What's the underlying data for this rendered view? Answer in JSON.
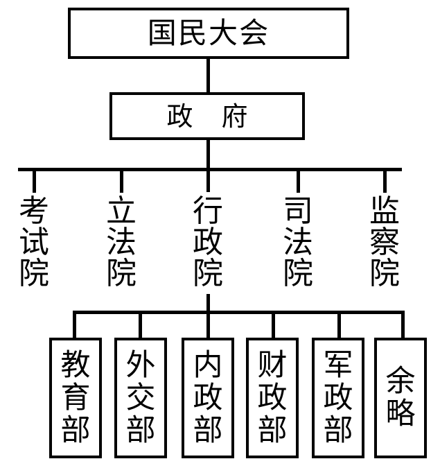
{
  "diagram": {
    "title_box": {
      "label": "国民大会"
    },
    "government_box": {
      "label": "政 府"
    },
    "branches": [
      {
        "name": "examination-yuan",
        "label": "考试院",
        "chars": [
          "考",
          "试",
          "院"
        ]
      },
      {
        "name": "legislative-yuan",
        "label": "立法院",
        "chars": [
          "立",
          "法",
          "院"
        ]
      },
      {
        "name": "executive-yuan",
        "label": "行政院",
        "chars": [
          "行",
          "政",
          "院"
        ]
      },
      {
        "name": "judicial-yuan",
        "label": "司法院",
        "chars": [
          "司",
          "法",
          "院"
        ]
      },
      {
        "name": "control-yuan",
        "label": "监察院",
        "chars": [
          "监",
          "察",
          "院"
        ]
      }
    ],
    "ministries": [
      {
        "name": "ministry-of-education",
        "label": "教育部",
        "chars": [
          "教",
          "育",
          "部"
        ]
      },
      {
        "name": "ministry-of-foreign-affairs",
        "label": "外交部",
        "chars": [
          "外",
          "交",
          "部"
        ]
      },
      {
        "name": "ministry-of-interior",
        "label": "内政部",
        "chars": [
          "内",
          "政",
          "部"
        ]
      },
      {
        "name": "ministry-of-finance",
        "label": "财政部",
        "chars": [
          "财",
          "政",
          "部"
        ]
      },
      {
        "name": "ministry-of-military-administration",
        "label": "军政部",
        "chars": [
          "军",
          "政",
          "部"
        ]
      },
      {
        "name": "others-omitted",
        "label": "余略",
        "chars": [
          "余",
          "略"
        ]
      }
    ],
    "colors": {
      "line": "#000000",
      "background": "#ffffff",
      "text": "#000000"
    }
  }
}
